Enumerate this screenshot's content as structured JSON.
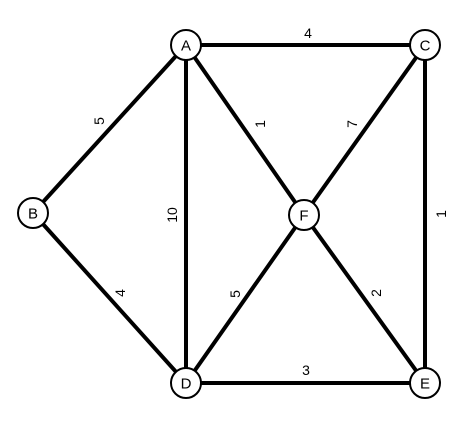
{
  "graph": {
    "colors": {
      "edge": "#000000",
      "node_fill": "#ffffff",
      "node_stroke": "#000000",
      "background": "#ffffff"
    },
    "nodes": [
      {
        "id": "A",
        "label": "A"
      },
      {
        "id": "B",
        "label": "B"
      },
      {
        "id": "C",
        "label": "C"
      },
      {
        "id": "D",
        "label": "D"
      },
      {
        "id": "E",
        "label": "E"
      },
      {
        "id": "F",
        "label": "F"
      }
    ],
    "edges": [
      {
        "from": "A",
        "to": "C",
        "weight": "4"
      },
      {
        "from": "A",
        "to": "B",
        "weight": "5"
      },
      {
        "from": "A",
        "to": "F",
        "weight": "1"
      },
      {
        "from": "A",
        "to": "D",
        "weight": "10"
      },
      {
        "from": "C",
        "to": "F",
        "weight": "7"
      },
      {
        "from": "C",
        "to": "E",
        "weight": "1"
      },
      {
        "from": "B",
        "to": "D",
        "weight": "4"
      },
      {
        "from": "F",
        "to": "D",
        "weight": "5"
      },
      {
        "from": "F",
        "to": "E",
        "weight": "2"
      },
      {
        "from": "D",
        "to": "E",
        "weight": "3"
      }
    ]
  }
}
